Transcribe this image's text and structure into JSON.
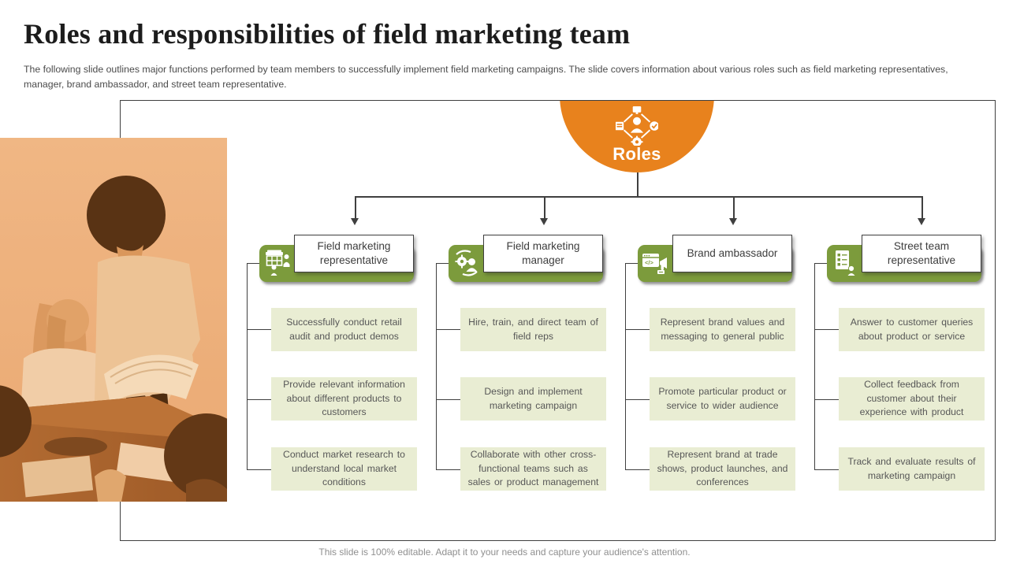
{
  "slide": {
    "title": "Roles and responsibilities of field marketing team",
    "subtitle": "The following slide outlines major functions performed by team members to successfully implement field marketing campaigns. The slide covers information about various roles such as field marketing representatives, manager, brand ambassador, and street team representative.",
    "footer": "This slide is 100% editable. Adapt it to your needs and capture your audience's attention."
  },
  "diagram": {
    "root": {
      "label": "Roles",
      "icon": "roles-network-icon"
    },
    "columns": [
      {
        "title": "Field marketing representative",
        "icon": "market-stall-people-icon",
        "items": [
          "Successfully conduct retail audit and product demos",
          "Provide relevant information about different products to customers",
          "Conduct market research to understand local market conditions"
        ]
      },
      {
        "title": "Field marketing manager",
        "icon": "gears-person-icon",
        "items": [
          "Hire, train, and direct team of field reps",
          "Design and implement marketing campaign",
          "Collaborate with other cross-functional teams such as sales or product management"
        ]
      },
      {
        "title": "Brand ambassador",
        "icon": "promo-window-megaphone-icon",
        "items": [
          "Represent brand values and messaging to general public",
          "Promote particular product or service to wider audience",
          "Represent brand at trade shows, product launches, and conferences"
        ]
      },
      {
        "title": "Street team representative",
        "icon": "document-person-icon",
        "items": [
          "Answer to customer queries about product or service",
          "Collect feedback from customer about their experience with product",
          "Track and evaluate results of marketing campaign"
        ]
      }
    ]
  },
  "theme": {
    "accent_orange": "#E8821D",
    "accent_green": "#7C9B3C",
    "box_green": "#E9EDD3",
    "line_color": "#3F3F3F"
  }
}
